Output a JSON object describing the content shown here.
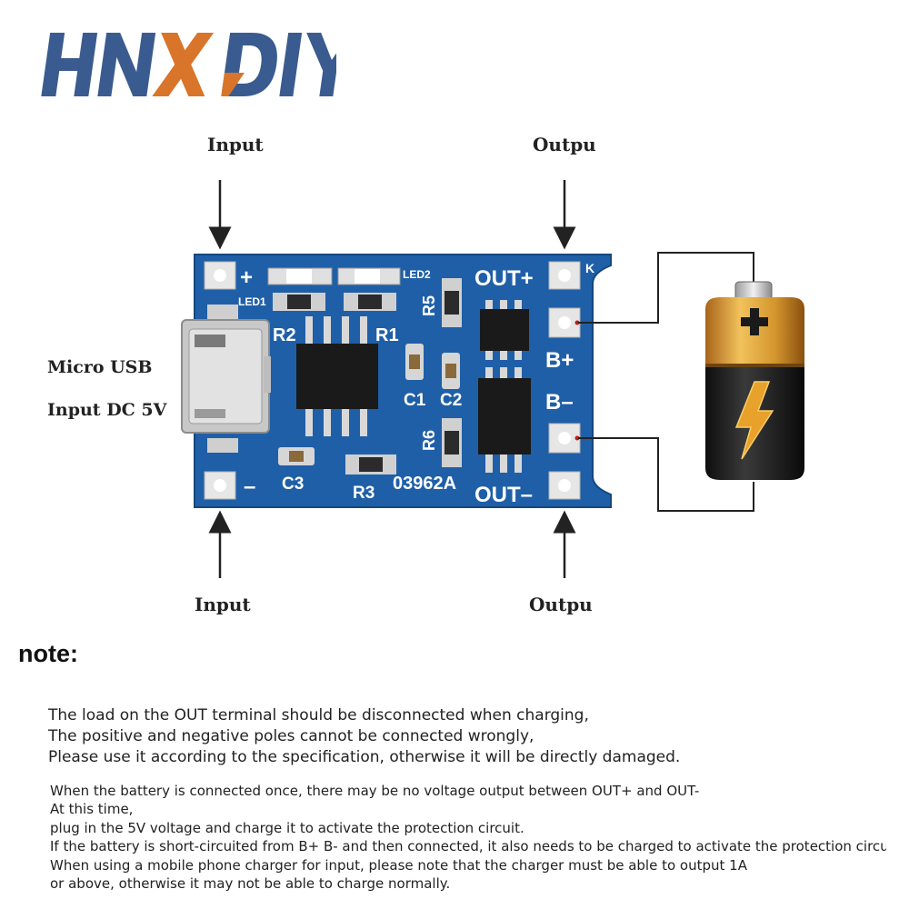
{
  "logo": {
    "text": "HNX DIY",
    "colors": {
      "blue": "#3a5b8f",
      "orange": "#d9752a"
    }
  },
  "labels": {
    "input_top": "Input",
    "output_top": "Outpu",
    "input_bottom": "Input",
    "output_bottom": "Outpu",
    "micro_usb": "Micro USB",
    "input_dc": "Input DC 5V"
  },
  "board": {
    "plus": "+",
    "minus": "–",
    "out_plus": "OUT+",
    "out_minus": "OUT–",
    "b_plus": "B+",
    "b_minus": "B–",
    "led1": "LED1",
    "led2": "LED2",
    "r1": "R1",
    "r2": "R2",
    "r3": "R3",
    "r5": "R5",
    "r6": "R6",
    "c1": "C1",
    "c2": "C2",
    "c3": "C3",
    "code": "03962A",
    "k": "K",
    "colors": {
      "pcb": "#1f5fa8",
      "pad": "#d8d8d8",
      "chip": "#1a1a1a"
    }
  },
  "battery": {
    "plus_symbol": "+",
    "colors": {
      "gold": "#d4962e",
      "body": "#1c1c1c",
      "bolt": "#e8a12a"
    }
  },
  "note": {
    "heading": "note:",
    "group1": [
      "The load on the OUT terminal should be disconnected when charging,",
      "The positive and negative poles cannot be connected wrongly,",
      "Please use it according to the specification, otherwise it will be directly damaged."
    ],
    "group2": [
      "When the battery is connected once, there may be no voltage output between OUT+ and OUT-",
      "At this time,",
      "plug in the 5V voltage and charge it to activate the protection circuit.",
      "If the battery is short-circuited from B+ B- and then connected, it also needs to be charged to activate the protection circuit.",
      "When using a mobile phone charger for input, please note that the charger must be able to output 1A",
      "or above, otherwise it may not be able to charge normally."
    ]
  }
}
